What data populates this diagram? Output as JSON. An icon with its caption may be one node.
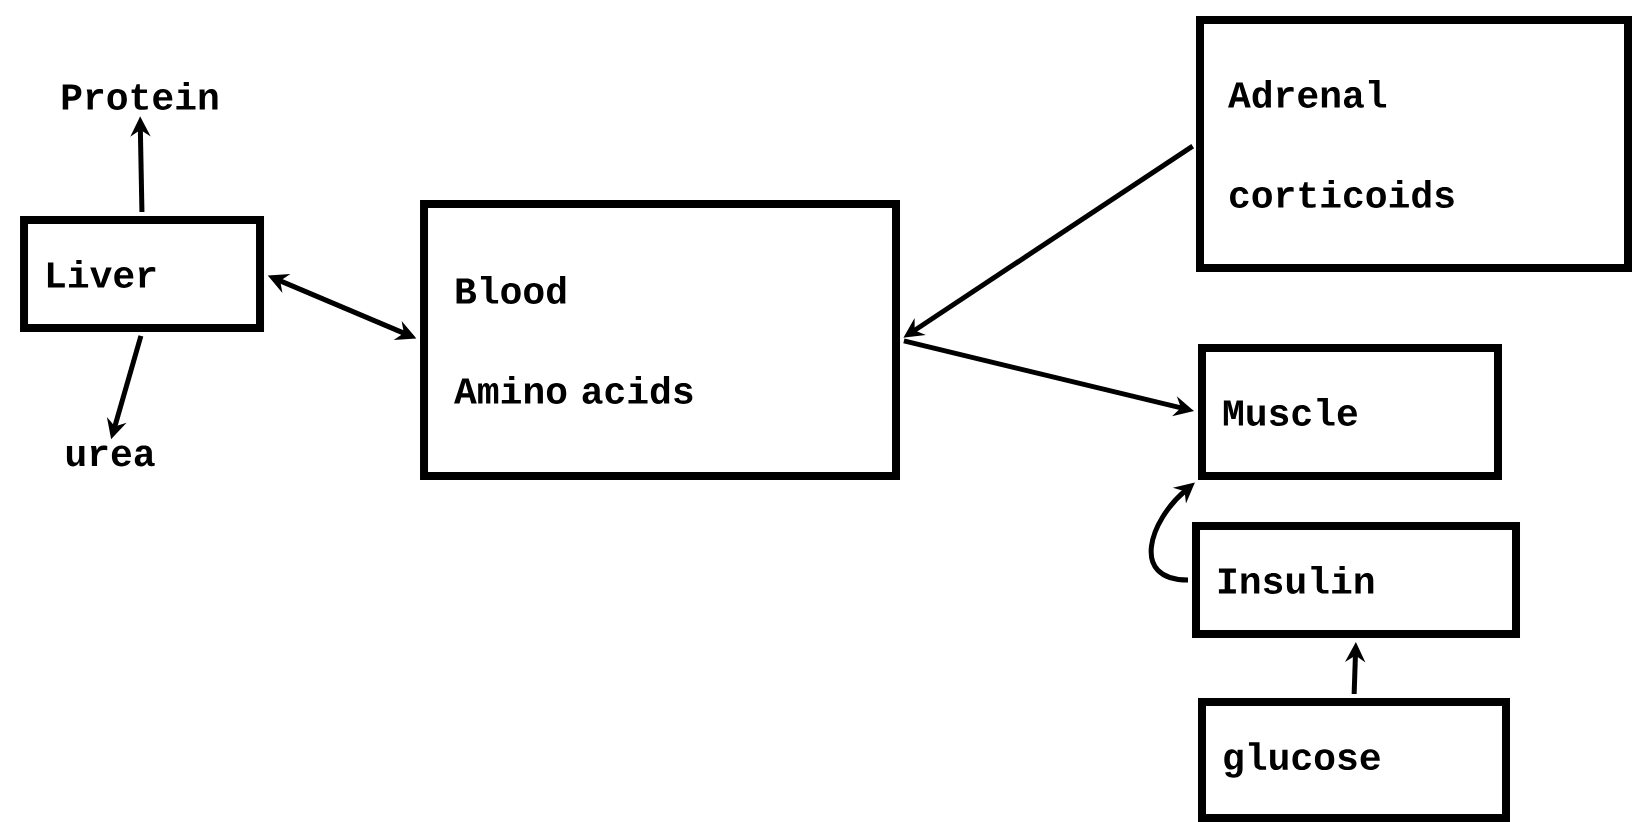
{
  "diagram": {
    "nodes": [
      {
        "text": [
          "Protein"
        ]
      },
      {
        "text": [
          "Liver"
        ]
      },
      {
        "text": [
          "urea"
        ]
      },
      {
        "text": [
          "Blood",
          "Amino acids"
        ]
      },
      {
        "text": [
          "Adrenal corticoids"
        ]
      },
      {
        "text": [
          "Muscle"
        ]
      },
      {
        "text": [
          "Insulin"
        ]
      },
      {
        "text": [
          "glucose"
        ]
      }
    ],
    "edges": [
      {
        "from": 1,
        "to": 0,
        "arrow": "to"
      },
      {
        "from": 1,
        "to": 2,
        "arrow": "to"
      },
      {
        "from": 1,
        "to": 3,
        "arrow": "both"
      },
      {
        "from": 4,
        "to": 3,
        "arrow": "to"
      },
      {
        "from": 3,
        "to": 5,
        "arrow": "to"
      },
      {
        "from": 6,
        "to": 5,
        "arrow": "to"
      },
      {
        "from": 7,
        "to": 6,
        "arrow": "to"
      }
    ]
  }
}
